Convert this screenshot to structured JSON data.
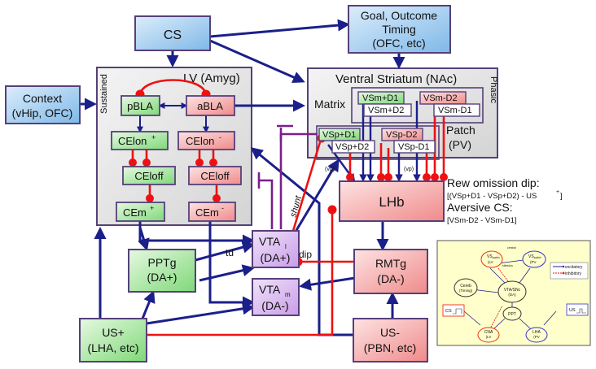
{
  "nodes": {
    "cs": "CS",
    "goal": [
      "Goal, Outcome",
      "Timing",
      "(OFC, etc)"
    ],
    "context": [
      "Context",
      "(vHip, OFC)"
    ],
    "lv_title": "LV (Amyg)",
    "sustained": "Sustained",
    "pbla": "pBLA",
    "abla": "aBLA",
    "celon_pos": "CElon",
    "celon_pos_sup": "+",
    "celon_neg": "CElon",
    "celon_neg_sup": "-",
    "celoff_l": "CEloff",
    "celoff_r": "CEloff",
    "cem_pos": "CEm",
    "cem_pos_sup": "+",
    "cem_neg": "CEm",
    "cem_neg_sup": "-",
    "vs_title": "Ventral Striatum (NAc)",
    "phasic": "Phasic",
    "matrix": "Matrix",
    "patch": [
      "Patch",
      "(PV)"
    ],
    "vsm_d1": "VSm+D1",
    "vsm_d2": "VSm+D2",
    "vsmneg_d2": "VSm-D2",
    "vsmneg_d1": "VSm-D1",
    "vsp_d1": "VSp+D1",
    "vsp_d2": "VSp+D2",
    "vspneg_d2": "VSp-D2",
    "vspneg_d1": "VSp-D1",
    "vp_l": "(vp)",
    "vp_r": "(vp)",
    "lhb": "LHb",
    "rew_omission": "Rew omission dip:",
    "rew_formula": "[(VSp+D1 - VSp+D2) - US",
    "rew_formula_sup": "+",
    "rew_formula_end": "]",
    "aversive": "Aversive CS:",
    "aversive_formula": "[VSm-D2 - VSm-D1]",
    "shunt": "shunt",
    "vtal": [
      "VTA",
      "(DA+)"
    ],
    "vtal_sub": "l",
    "vtam": [
      "VTA",
      "(DA-)"
    ],
    "vtam_sub": "m",
    "td": "td",
    "dip": "dip",
    "pptg": [
      "PPTg",
      "(DA+)"
    ],
    "rmtg": [
      "RMTg",
      "(DA-)"
    ],
    "us_pos": [
      "US+",
      "(LHA, etc)"
    ],
    "us_neg": [
      "US-",
      "(PBN, etc)"
    ]
  },
  "inset": {
    "central": "central",
    "vs_patch": "VS",
    "vs_patch_sub": "patch",
    "vs_patch_sub2": "(LV",
    "vs_matrix": "VS",
    "vs_matrix_sub": "patch",
    "vs_matrix_pv": "(PV",
    "stimulus": "stimulus",
    "cereb": [
      "Cereb",
      "(Timing)"
    ],
    "vta_snc": [
      "VTA/SNc",
      "(DA)"
    ],
    "ppt": "PPT",
    "cna": [
      "CNA",
      "(LV"
    ],
    "lha": [
      "LHA",
      "(PV"
    ],
    "cs": "CS",
    "us": "US",
    "legend_excitatory": "excitatory",
    "legend_inhibitory": "inhibitory"
  },
  "colors": {
    "blue_box": "#b7d7f2",
    "green_box": "#a8e6a0",
    "red_box": "#f4a9a9",
    "purple_box": "#d9b7f0",
    "frame": "#55407a",
    "excit": "#1b1f8a",
    "inhib": "#ee1111",
    "modul": "#7a1f8a",
    "inset_bg": "#ffffcc"
  }
}
